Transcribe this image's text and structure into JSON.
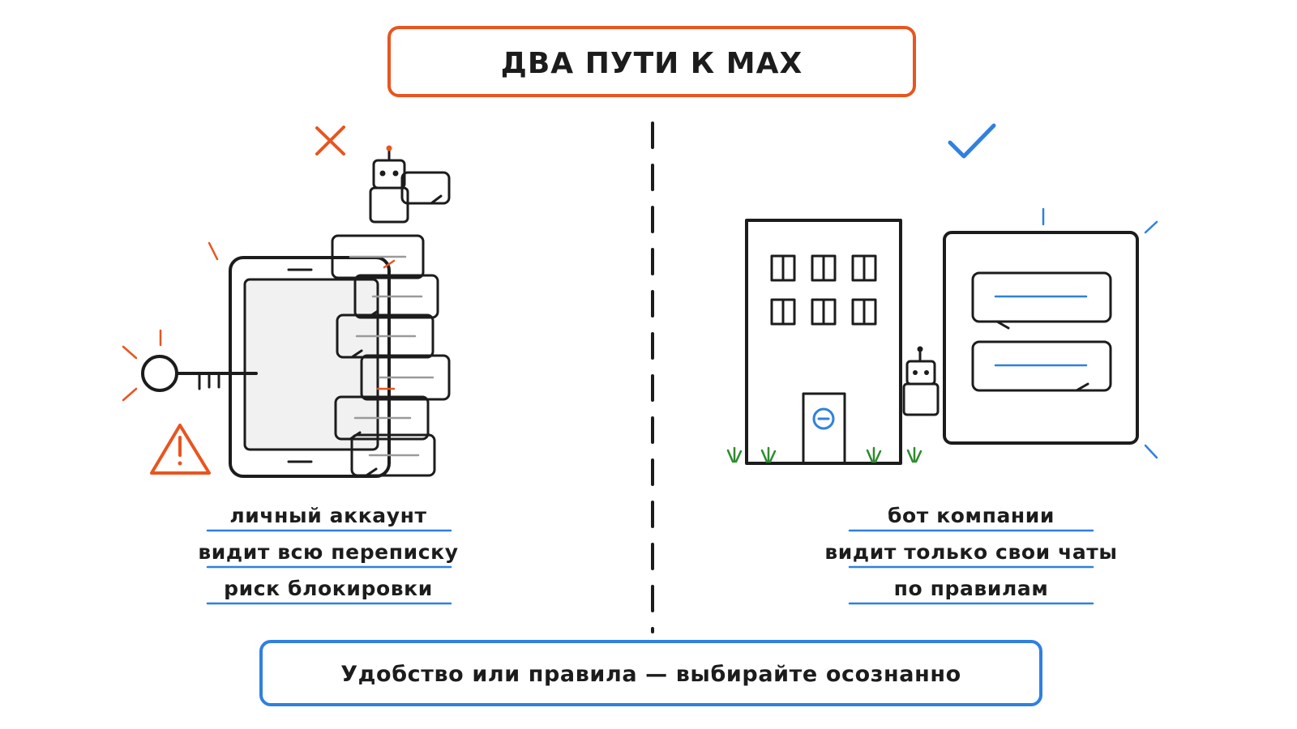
{
  "title": "ДВА ПУТИ К MAX",
  "left": {
    "lines": [
      "личный аккаунт",
      "видит всю переписку",
      "риск блокировки"
    ],
    "mark_icon": "cross-icon",
    "warning_icon": "warning-triangle-icon",
    "key_icon": "key-icon",
    "device_icon": "tablet-icon",
    "bot_icon": "robot-icon"
  },
  "right": {
    "lines": [
      "бот компании",
      "видит только свои чаты",
      "по правилам"
    ],
    "mark_icon": "check-icon",
    "building_icon": "office-building-icon",
    "bot_icon": "robot-icon",
    "chat_panel_icon": "chat-panel-icon"
  },
  "footer": "Удобство или правила — выбирайте осознанно",
  "colors": {
    "orange": "#e8551f",
    "blue": "#2f80e0",
    "ink": "#1c1c1c",
    "green": "#2e8b2e"
  }
}
